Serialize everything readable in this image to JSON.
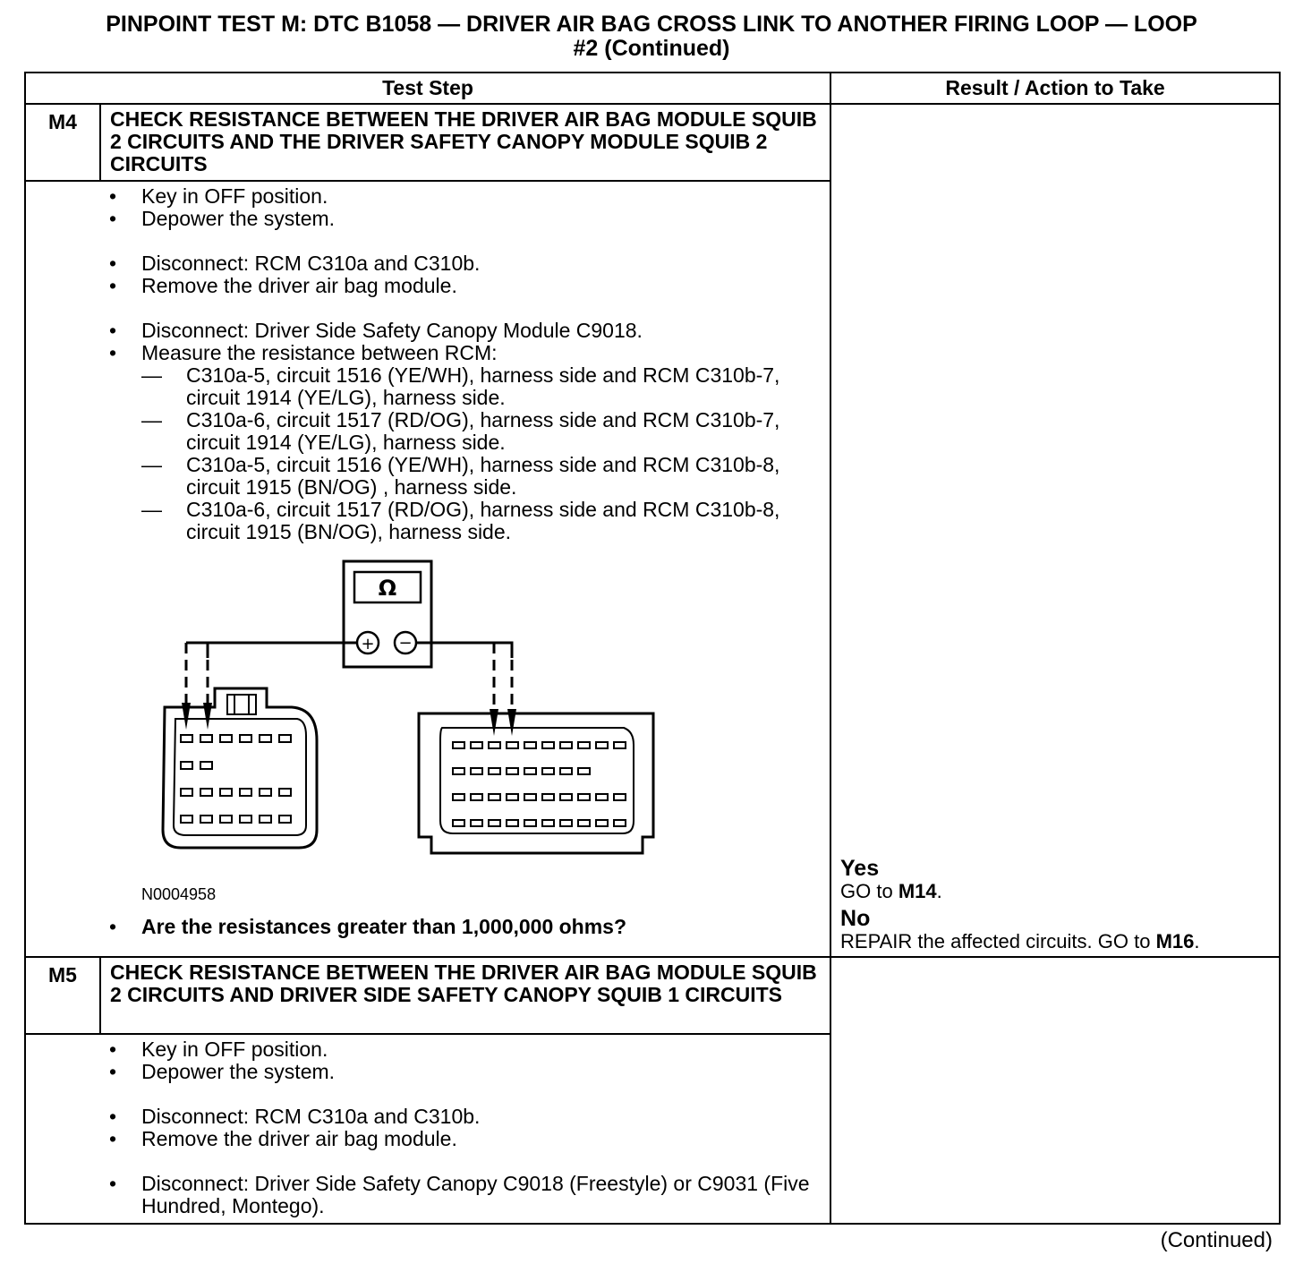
{
  "title": {
    "line1": "PINPOINT TEST M: DTC B1058 — DRIVER AIR BAG CROSS LINK TO ANOTHER FIRING LOOP — LOOP",
    "line2": "#2 (Continued)"
  },
  "table": {
    "col_step": "Test Step",
    "col_result": "Result / Action to Take"
  },
  "m4": {
    "id": "M4",
    "title": "CHECK RESISTANCE BETWEEN THE DRIVER AIR BAG MODULE SQUIB 2 CIRCUITS AND THE DRIVER SAFETY CANOPY MODULE SQUIB 2 CIRCUITS",
    "bullet": "•",
    "dash": "—",
    "steps": [
      "Key in OFF position.",
      "Depower the system.",
      "Disconnect: RCM C310a and C310b.",
      "Remove the driver air bag module.",
      "Disconnect: Driver Side Safety Canopy Module C9018.",
      "Measure the resistance between RCM:"
    ],
    "subs": [
      "C310a-5, circuit 1516 (YE/WH), harness side and RCM C310b-7, circuit 1914 (YE/LG), harness side.",
      "C310a-6, circuit 1517 (RD/OG), harness side and RCM C310b-7, circuit 1914 (YE/LG), harness side.",
      "C310a-5, circuit 1516 (YE/WH), harness side and RCM C310b-8, circuit 1915 (BN/OG) , harness side.",
      "C310a-6, circuit 1517 (RD/OG), harness side and RCM C310b-8, circuit 1915 (BN/OG), harness side."
    ],
    "figure": {
      "meter_symbol": "Ω",
      "plus": "+",
      "minus": "−",
      "figure_id": "N0004958"
    },
    "question": "Are the resistances greater than 1,000,000 ohms?",
    "yes_label": "Yes",
    "yes_text": "GO to ",
    "yes_target": "M14",
    "yes_end": ".",
    "no_label": "No",
    "no_text": "REPAIR the affected circuits. GO to ",
    "no_target": "M16",
    "no_end": "."
  },
  "m5": {
    "id": "M5",
    "title": "CHECK RESISTANCE BETWEEN THE DRIVER AIR BAG MODULE SQUIB 2 CIRCUITS AND DRIVER SIDE SAFETY CANOPY SQUIB 1 CIRCUITS",
    "bullet": "•",
    "steps": [
      "Key in OFF position.",
      "Depower the system.",
      "Disconnect: RCM C310a and C310b.",
      "Remove the driver air bag module.",
      "Disconnect: Driver Side Safety Canopy C9018 (Freestyle) or C9031 (Five Hundred, Montego)."
    ]
  },
  "footer": {
    "continued": "(Continued)"
  }
}
